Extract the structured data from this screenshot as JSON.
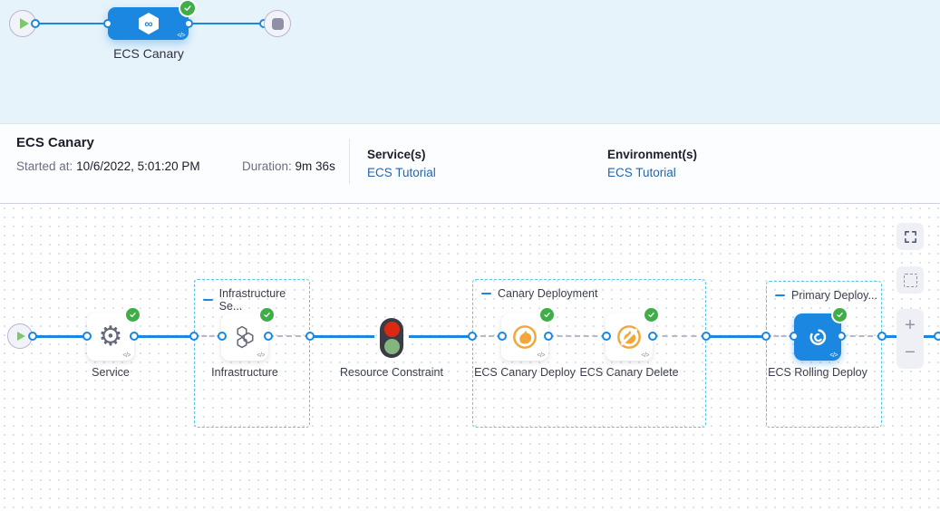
{
  "stage_bar": {
    "stage_label": "ECS Canary"
  },
  "summary": {
    "title": "ECS Canary",
    "started_label": "Started at:",
    "started_value": "10/6/2022, 5:01:20 PM",
    "duration_label": "Duration:",
    "duration_value": "9m 36s",
    "services_label": "Service(s)",
    "services_link": "ECS Tutorial",
    "environments_label": "Environment(s)",
    "environments_link": "ECS Tutorial"
  },
  "graph": {
    "steps": [
      {
        "id": "service",
        "label": "Service",
        "icon": "gear-icon",
        "status": "success"
      },
      {
        "id": "infrastructure",
        "label": "Infrastructure",
        "icon": "hexagons-icon",
        "status": "success"
      },
      {
        "id": "resource-constraint",
        "label": "Resource Constraint",
        "icon": "traffic-light-icon",
        "status": "none"
      },
      {
        "id": "ecs-canary-deploy",
        "label": "ECS Canary Deploy",
        "icon": "canary-icon",
        "status": "success"
      },
      {
        "id": "ecs-canary-delete",
        "label": "ECS Canary Delete",
        "icon": "canary-delete-icon",
        "status": "success"
      },
      {
        "id": "ecs-rolling-deploy",
        "label": "ECS Rolling Deploy",
        "icon": "ecs-rolling-icon",
        "status": "success"
      }
    ],
    "groups": [
      {
        "label": "Infrastructure Se..."
      },
      {
        "label": "Canary Deployment"
      },
      {
        "label": "Primary Deploy..."
      }
    ],
    "controls": {
      "zoom_in": "+",
      "zoom_out": "−"
    }
  },
  "icons": {
    "code": "</>",
    "infinity": "∞",
    "gear": "⚙"
  },
  "colors": {
    "accent_blue": "#1b87e0",
    "link_blue": "#2565ab",
    "success_green": "#3fae49",
    "group_border": "#58c5f0",
    "canary_amber": "#f2a63b",
    "top_band_bg": "#e7f3fb"
  }
}
